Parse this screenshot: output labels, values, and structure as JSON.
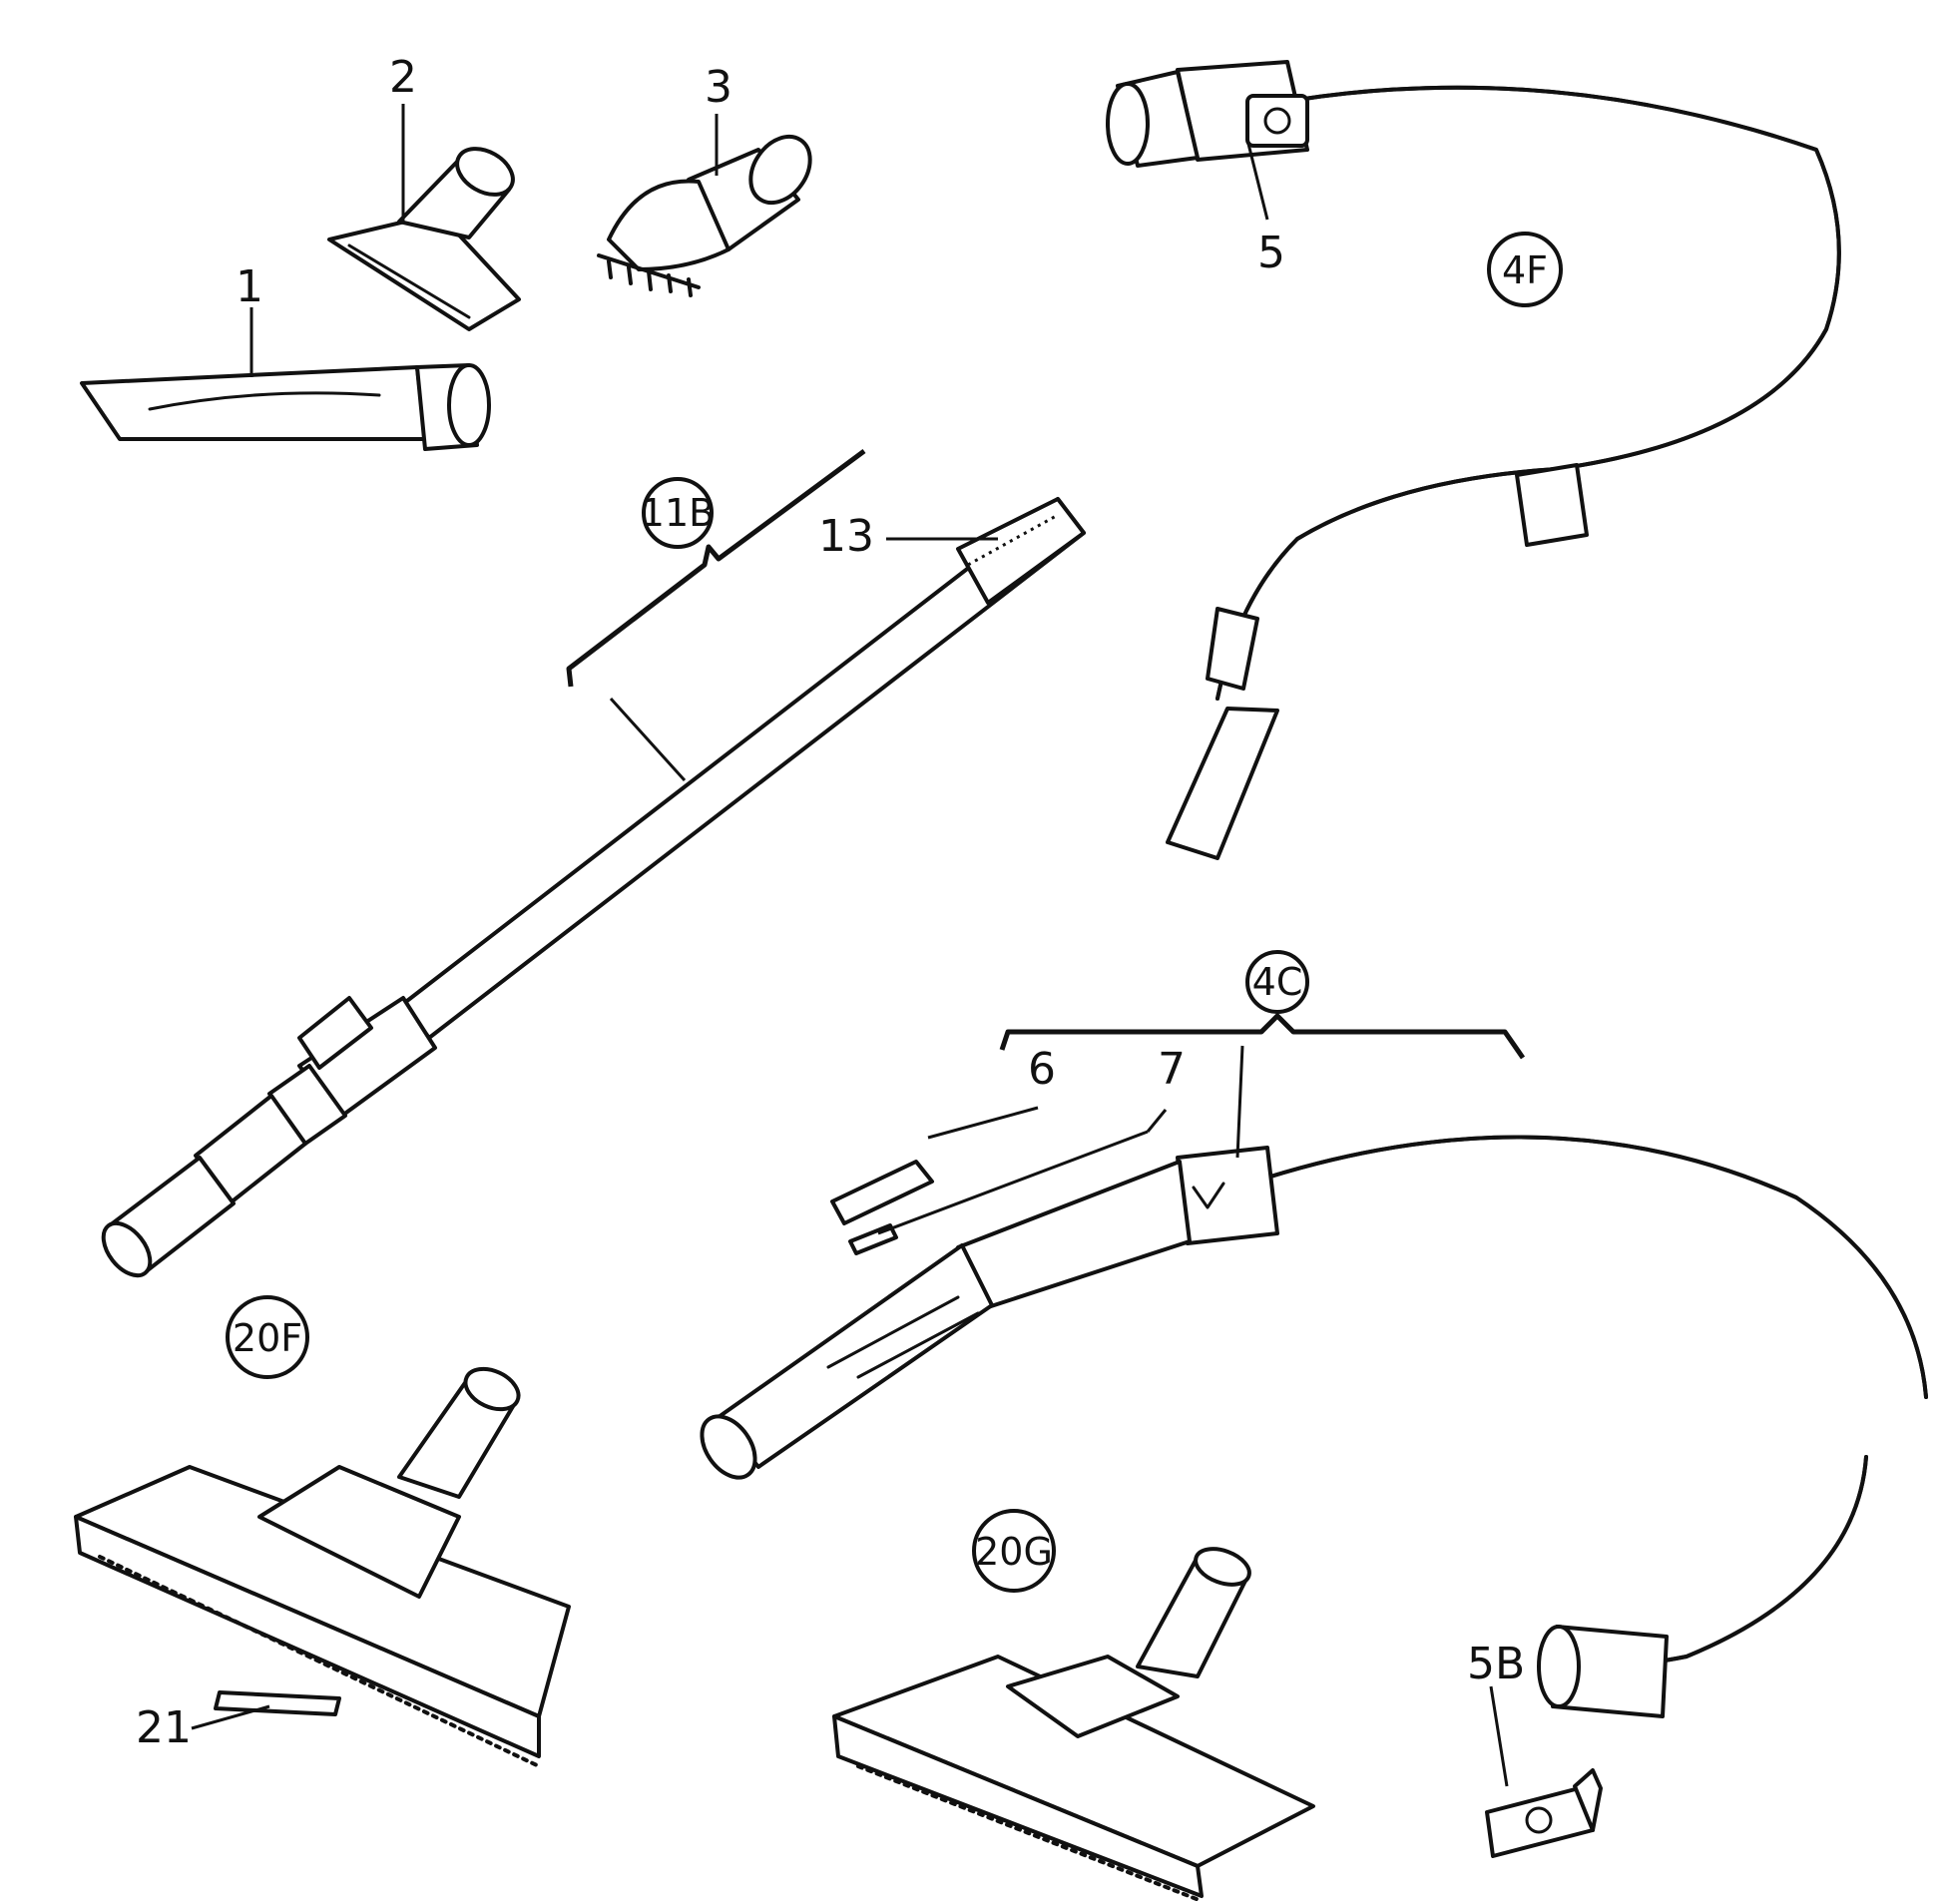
{
  "callouts": {
    "part_1": "1",
    "part_2": "2",
    "part_3": "3",
    "part_5": "5",
    "part_5b": "5B",
    "part_6": "6",
    "part_7": "7",
    "part_13": "13",
    "part_21": "21"
  },
  "assemblies": {
    "hose_4f": "4F",
    "hose_4c": "4C",
    "tube_11b": "11B",
    "nozzle_20f": "20F",
    "nozzle_20g": "20G"
  }
}
